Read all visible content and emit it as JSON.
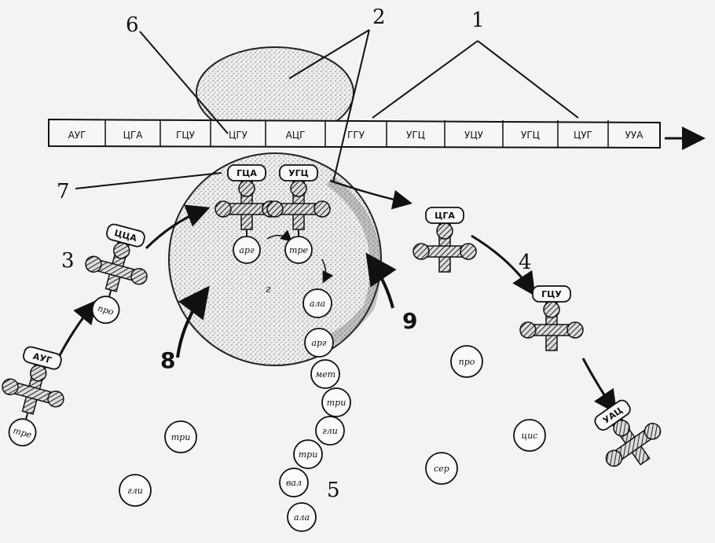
{
  "mrna": {
    "codons": [
      "АУГ",
      "ЦГА",
      "ГЦУ",
      "ЦГУ",
      "АЦГ",
      "ГГУ",
      "УГЦ",
      "УЦУ",
      "УГЦ",
      "ЦУГ",
      "УУА"
    ]
  },
  "labels": {
    "n1": "1",
    "n2": "2",
    "n3": "3",
    "n4": "4",
    "n5": "5",
    "n6": "6",
    "n7": "7",
    "n8": "8",
    "n9": "9",
    "subunit_small": "г"
  },
  "trna": {
    "site1_anticodon": "ГЦА",
    "site1_aa": "арг",
    "site2_anticodon": "УГЦ",
    "site2_aa": "тре",
    "incoming_anticodon": "ЦЦА",
    "incoming_aa": "про",
    "far_incoming_anticodon": "АУГ",
    "far_incoming_aa": "тре",
    "leaving1_anticodon": "ЦГА",
    "leaving2_anticodon": "ГЦУ",
    "leaving3_anticodon": "УАЦ"
  },
  "chain": [
    "ала",
    "арг",
    "мет",
    "три",
    "гли",
    "три",
    "вал",
    "ала"
  ],
  "free_aa": {
    "a1": "три",
    "a2": "гли",
    "a3": "про",
    "a4": "цис",
    "a5": "сер"
  },
  "colors": {
    "ink": "#111111",
    "paper": "#f3f3f1",
    "stipple": "#4a4a4a"
  }
}
